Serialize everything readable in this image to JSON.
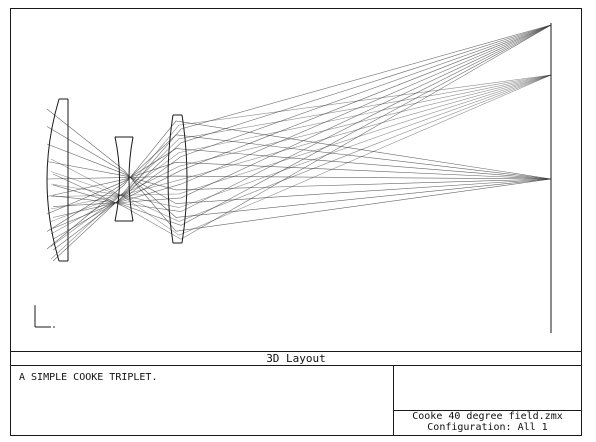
{
  "layout_title": "3D Layout",
  "description": "A SIMPLE COOKE TRIPLET.",
  "file_name": "Cooke 40 degree field.zmx",
  "configuration": "Configuration: All 1",
  "colors": {
    "line": "#1a1a1a",
    "ray": "#333333",
    "background": "#ffffff"
  }
}
